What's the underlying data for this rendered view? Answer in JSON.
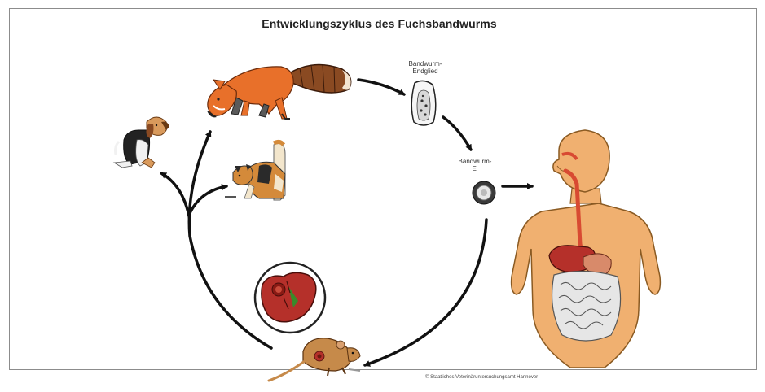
{
  "title": "Entwicklungszyklus des Fuchsbandwurms",
  "labels": {
    "proglottid": [
      "Bandwurm-",
      "Endglied"
    ],
    "egg": [
      "Bandwurm-",
      "Ei"
    ]
  },
  "credit": "© Staatliches Veterinäruntersuchungsamt Hannover",
  "colors": {
    "fox": "#e8702a",
    "human_skin": "#f0b070",
    "liver": "#b5302a",
    "intestine": "#e8e8e8",
    "arrow": "#111111"
  }
}
